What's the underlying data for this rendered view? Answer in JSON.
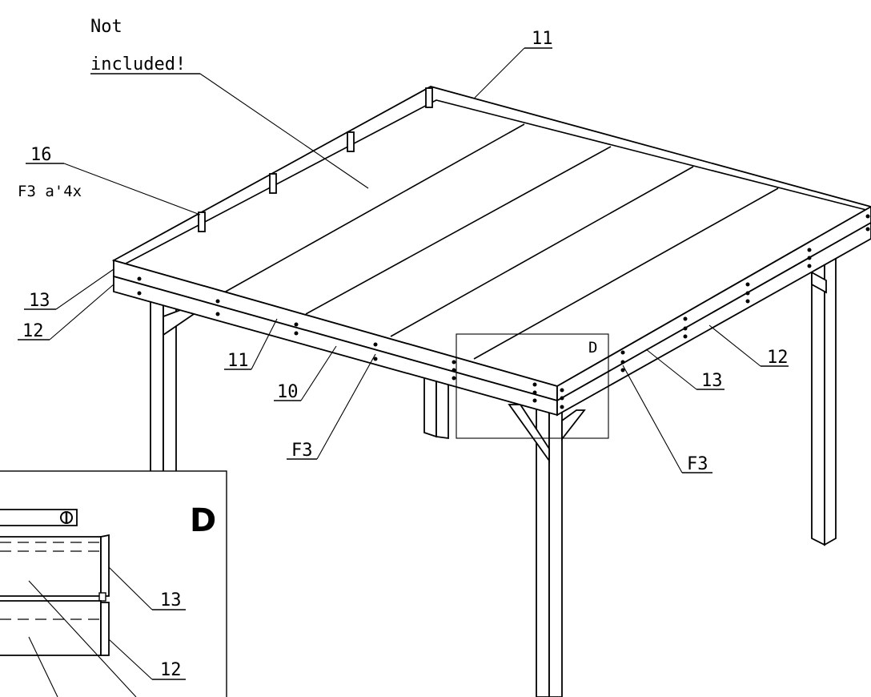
{
  "callouts": {
    "note_line1": "Not",
    "note_line2": "included!",
    "top_beam": "11",
    "profile_part": "16",
    "profile_fastener": "F3 a'4x",
    "left_lower_board": "13",
    "left_board": "12",
    "front_board_11": "11",
    "front_board_10": "10",
    "front_fastener": "F3",
    "right_board_12": "12",
    "right_board_13": "13",
    "right_fastener": "F3"
  },
  "detail": {
    "marker": "D",
    "title": "D",
    "board_13": "13",
    "board_12": "12"
  }
}
